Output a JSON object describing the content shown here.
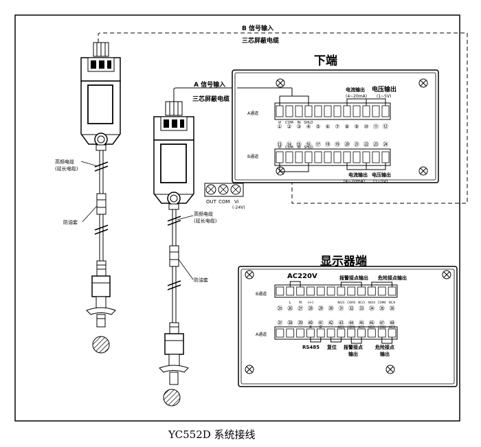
{
  "diagram": {
    "caption": "YC552D 系统接线",
    "b_signal_input": "B 信号输入",
    "b_cable": "三芯屏蔽电缆",
    "a_signal_input": "A 信号输入",
    "a_cable": "三芯屏蔽电缆",
    "left_hf_cable_1": "高频电缆",
    "left_hf_cable_2": "(延长电缆)",
    "left_oil_sleeve": "防油套",
    "mid_hf_cable_1": "高频电缆",
    "mid_hf_cable_2": "(延长电缆)",
    "mid_oil_sleeve": "防油套",
    "power_labels": [
      "OUT",
      "COM",
      "Vi"
    ],
    "power_neg": "(-24V)",
    "lower_end": {
      "title": "下端",
      "a_channel": "A通道",
      "b_channel": "B通道",
      "current_out_top": "电流输出",
      "current_range_top": "(4~20mA)",
      "voltage_out_top": "电压输出",
      "voltage_range_top": "(1~5V)",
      "current_out_bottom": "电流输出",
      "current_range_bottom": "(4~20mA)",
      "voltage_out_bottom": "电压输出",
      "voltage_range_bottom": "(1~5V)",
      "top_terms": [
        "Vi",
        "COM",
        "IN",
        "SHLD"
      ],
      "nums_row1": [
        "①",
        "②",
        "③",
        "④",
        "⑤",
        "⑥",
        "⑦",
        "⑧",
        "⑨",
        "⑩",
        "⑪",
        "⑫"
      ],
      "nums_row2": [
        "⑬",
        "⑭",
        "⑮",
        "⑯",
        "⑰",
        "⑱",
        "⑲",
        "⑳",
        "㉑",
        "㉒",
        "㉓",
        "㉔"
      ],
      "bottom_terms": [
        "Vi",
        "COM",
        "IN",
        "SHLD"
      ]
    },
    "display_end": {
      "title": "显示器端",
      "ac": "AC220V",
      "alarm_top": "报警接点输出",
      "danger_top": "危险接点输出",
      "b_channel": "B通道",
      "a_channel": "A通道",
      "top_terms": [
        "L",
        "N",
        "(+)"
      ],
      "nc_row": [
        "NO/3",
        "COM3",
        "NC/3",
        "NO/4",
        "COM4",
        "NC/4"
      ],
      "nums_row1": [
        "㉕",
        "㉖",
        "㉗",
        "㉘",
        "㉙",
        "㉚",
        "㉛",
        "㉜",
        "㉝",
        "㉞",
        "㉟",
        "㊱"
      ],
      "nums_row2": [
        "㊲",
        "㊳",
        "㊴",
        "㊵",
        "㊶",
        "㊷",
        "㊸",
        "㊹",
        "㊺",
        "㊻",
        "㊼",
        "㊽"
      ],
      "ab_terms": [
        "A",
        "B"
      ],
      "no_row": [
        "NO/1",
        "COM1",
        "NC/1",
        "NO/2",
        "COM2",
        "NC/2"
      ],
      "rs485": "RS485",
      "reset": "复位",
      "alarm_bottom_1": "报警接点",
      "alarm_bottom_2": "输出",
      "danger_bottom_1": "危险接点",
      "danger_bottom_2": "输出"
    }
  }
}
